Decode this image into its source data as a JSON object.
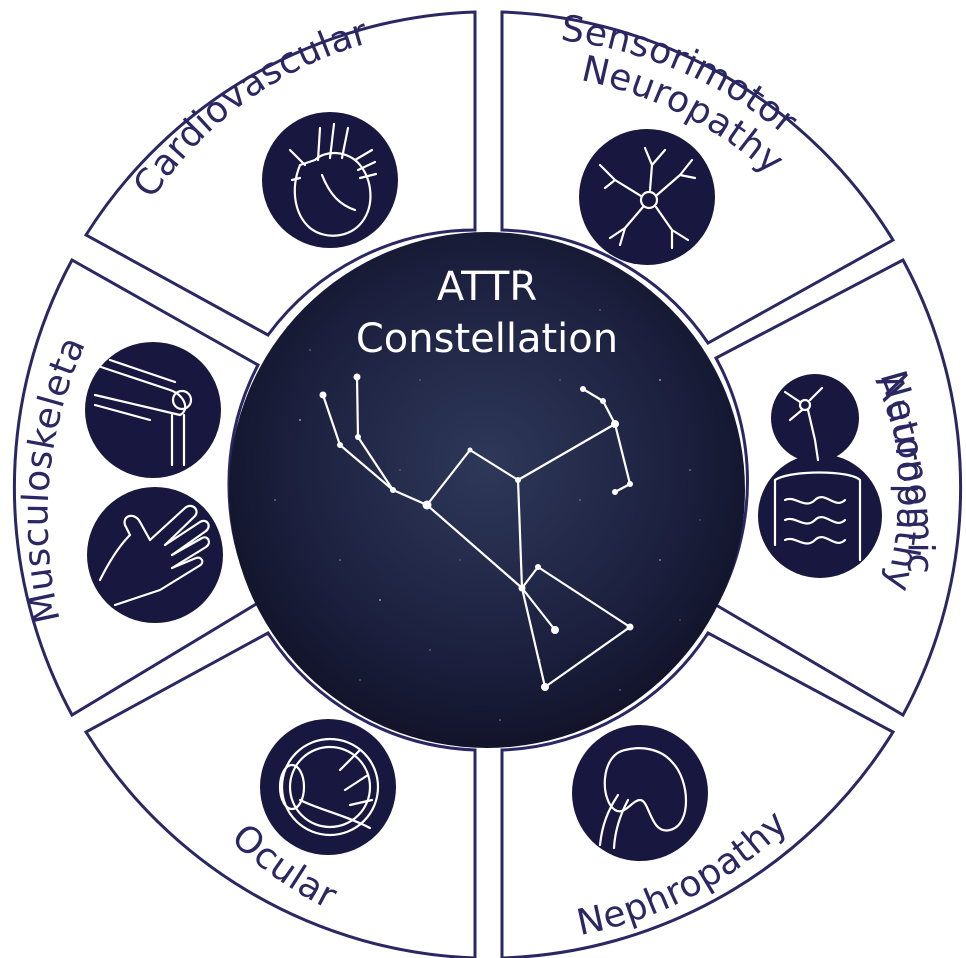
{
  "center": {
    "title_line1": "ATTR",
    "title_line2": "Constellation"
  },
  "segments": [
    {
      "id": "cardiovascular",
      "label": "Cardiovascular",
      "icon": "heart-icon"
    },
    {
      "id": "sensorimotor",
      "label_line1": "Sensorimotor",
      "label_line2": "Neuropathy",
      "icon": "neuron-icon"
    },
    {
      "id": "autonomic",
      "label_line1": "Autonomic",
      "label_line2": "Neuropathy",
      "icon": "nerve-intestine-icon"
    },
    {
      "id": "nephropathy",
      "label": "Nephropathy",
      "icon": "kidney-icon"
    },
    {
      "id": "ocular",
      "label": "Ocular",
      "icon": "eye-icon"
    },
    {
      "id": "musculoskeletal",
      "label": "Musculoskeletal",
      "icons": [
        "knee-joint-icon",
        "hand-icon"
      ]
    }
  ],
  "colors": {
    "navy": "#17173f",
    "border": "#2a2763",
    "sky_center": "#2b3456",
    "sky_edge": "#111226",
    "star": "#ffffff"
  }
}
